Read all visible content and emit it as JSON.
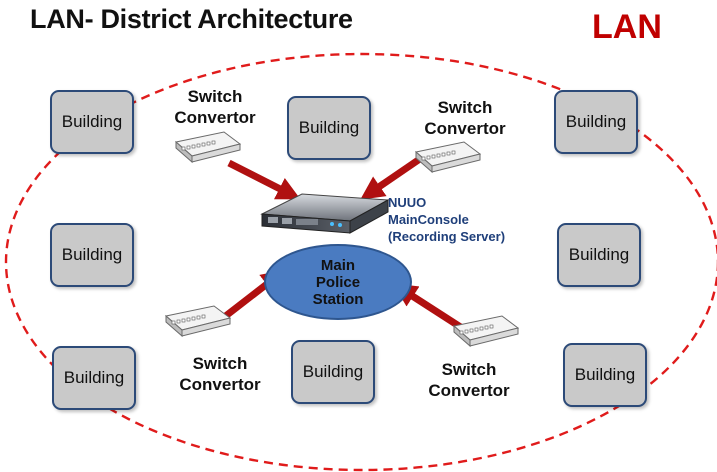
{
  "title": "LAN- District Architecture",
  "network_label": "LAN",
  "building_label": "Building",
  "switch": {
    "line1": "Switch",
    "line2": "Convertor"
  },
  "server": {
    "line1": "NUUO",
    "line2": "MainConsole",
    "line3": "(Recording Server)"
  },
  "station": {
    "line1": "Main",
    "line2": "Police",
    "line3": "Station"
  },
  "colors": {
    "lan_red": "#c00000",
    "arrow_red": "#b01010",
    "station_blue": "#4a7bc1",
    "building_gray": "#c9c9c9",
    "server_text": "#1f3f7a"
  }
}
